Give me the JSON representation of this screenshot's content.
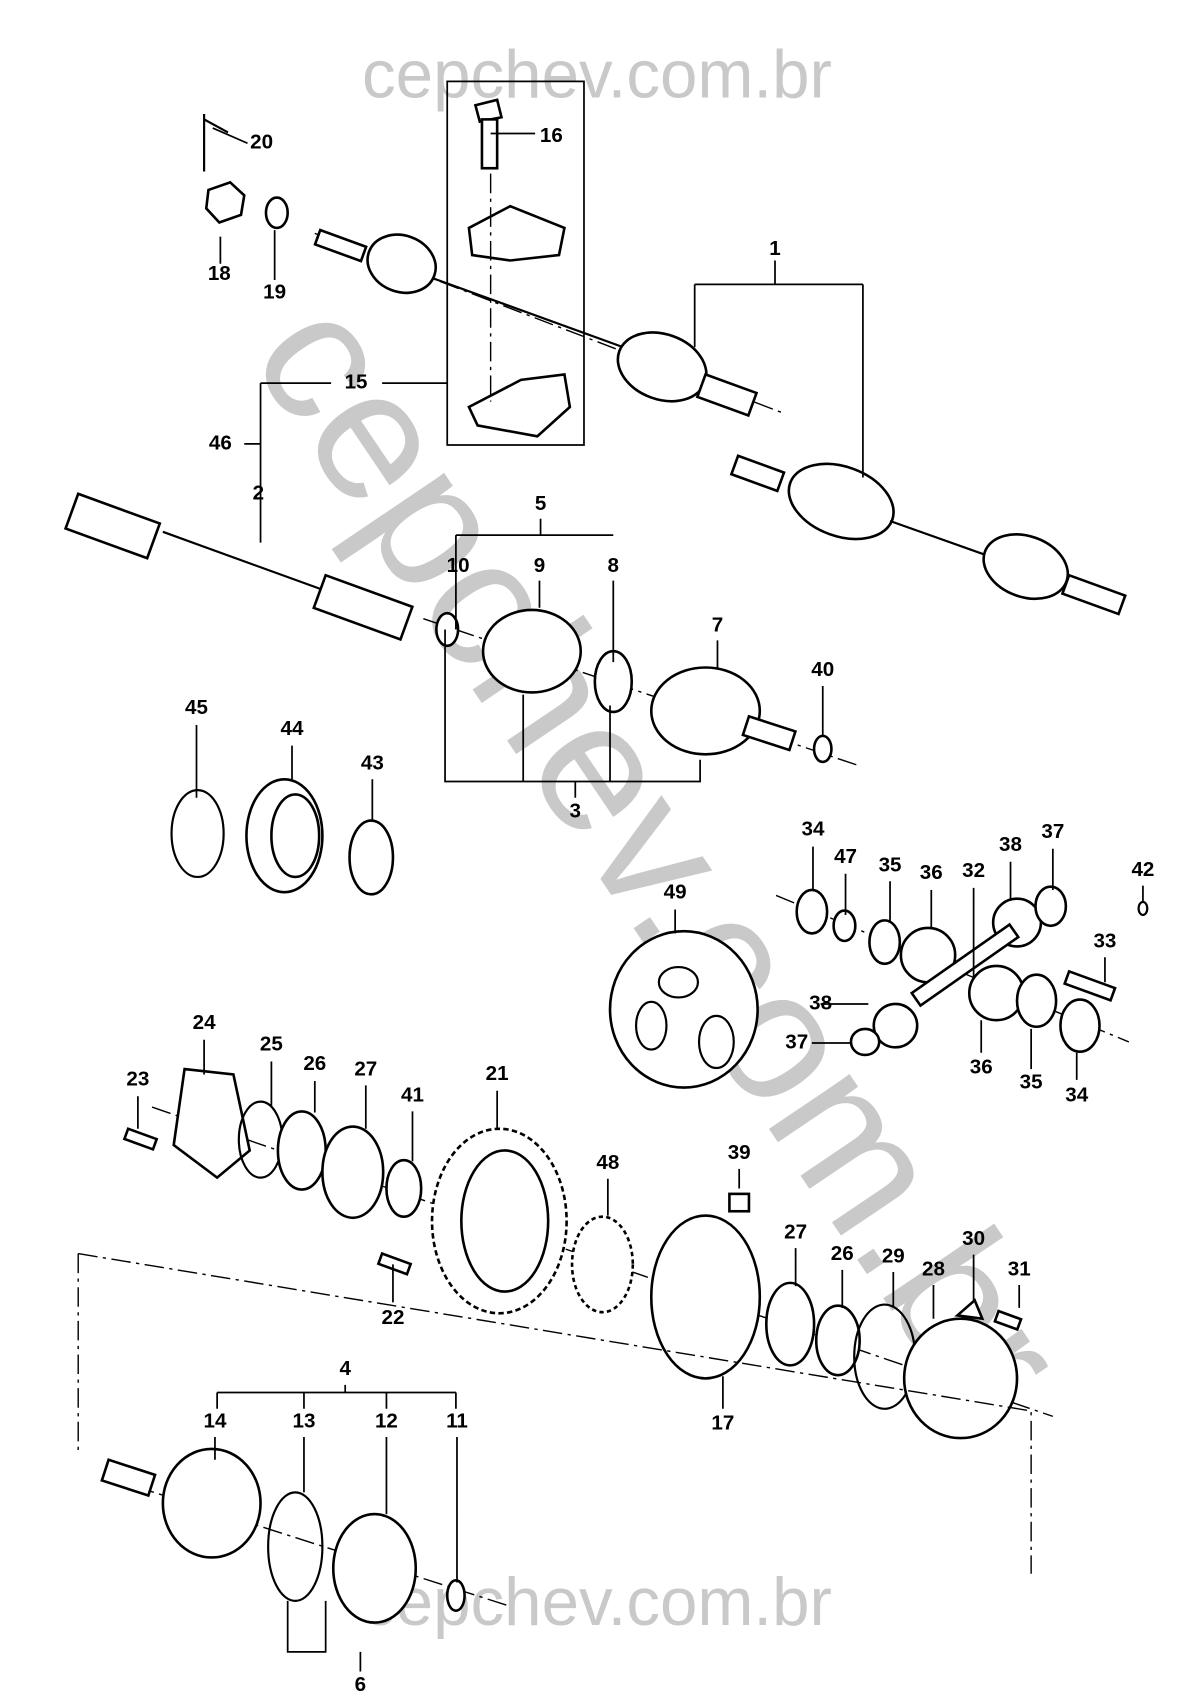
{
  "watermark": {
    "top": "cepchev.com.br",
    "bottom": "cepchev.com.br",
    "diagonal": "cepchev.com.br"
  },
  "callouts": {
    "c1": "1",
    "c2": "2",
    "c3": "3",
    "c4": "4",
    "c5": "5",
    "c6": "6",
    "c7": "7",
    "c8": "8",
    "c9": "9",
    "c10": "10",
    "c11": "11",
    "c12": "12",
    "c13": "13",
    "c14": "14",
    "c15": "15",
    "c16": "16",
    "c17": "17",
    "c18": "18",
    "c19": "19",
    "c20": "20",
    "c21": "21",
    "c22": "22",
    "c23": "23",
    "c24": "24",
    "c25": "25",
    "c26": "26",
    "c27": "27",
    "c28": "28",
    "c29": "29",
    "c30": "30",
    "c31": "31",
    "c32": "32",
    "c33": "33",
    "c34": "34",
    "c35": "35",
    "c36": "36",
    "c37": "37",
    "c38": "38",
    "c39": "39",
    "c40": "40",
    "c41": "41",
    "c42": "42",
    "c43": "43",
    "c44": "44",
    "c45": "45",
    "c46": "46",
    "c47": "47",
    "c48": "48",
    "c49": "49"
  }
}
